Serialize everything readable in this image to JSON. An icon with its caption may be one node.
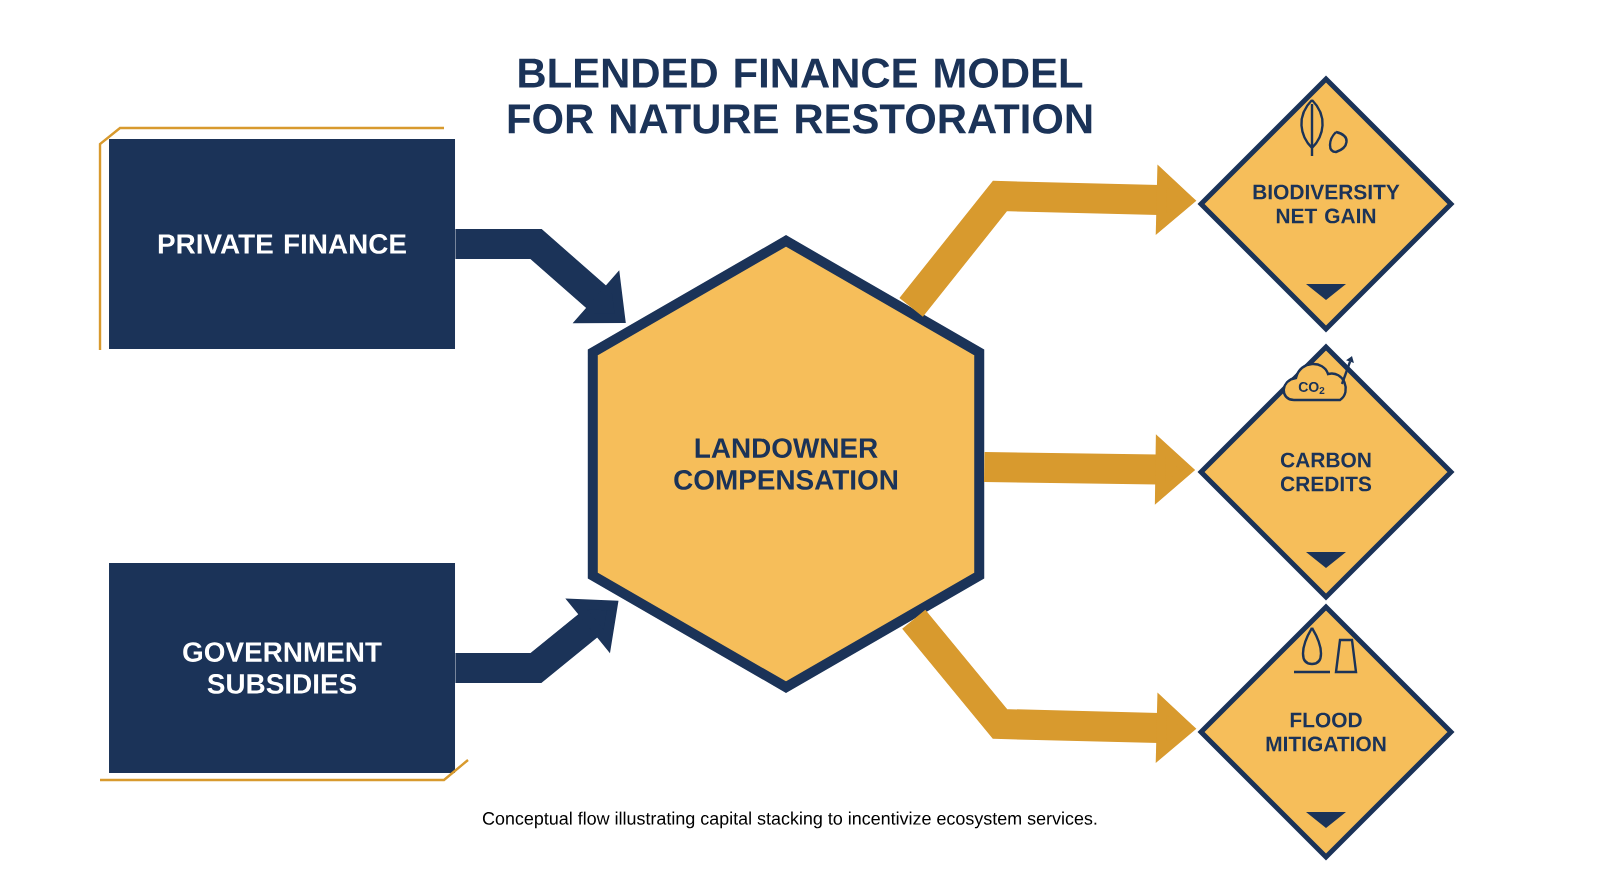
{
  "diagram": {
    "title": "BLENDED FINANCE MODEL FOR NATURE RESTORATION",
    "caption": "Conceptual flow illustrating capital stacking to incentivize ecosystem services.",
    "nodes": [
      {
        "text": [
          "PRIVATE FINANCE"
        ]
      },
      {
        "text": [
          "GOVERNMENT SUBSIDIES"
        ]
      },
      {
        "text": [
          "LANDOWNER COMPENSATION"
        ]
      },
      {
        "text": [
          "BIODIVERSITY NET GAIN"
        ]
      },
      {
        "text": [
          "CARBON CREDITS"
        ]
      },
      {
        "text": [
          "FLOOD MITIGATION"
        ]
      }
    ],
    "edges": [
      {
        "from": 0,
        "to": 2,
        "arrow": "to",
        "color": "#1b3358"
      },
      {
        "from": 1,
        "to": 2,
        "arrow": "to",
        "color": "#1b3358"
      },
      {
        "from": 2,
        "to": 3,
        "arrow": "to"
      },
      {
        "from": 2,
        "to": 4,
        "arrow": "to"
      },
      {
        "from": 2,
        "to": 5,
        "arrow": "to"
      }
    ],
    "labels": [
      "CO$_{2}$"
    ]
  }
}
